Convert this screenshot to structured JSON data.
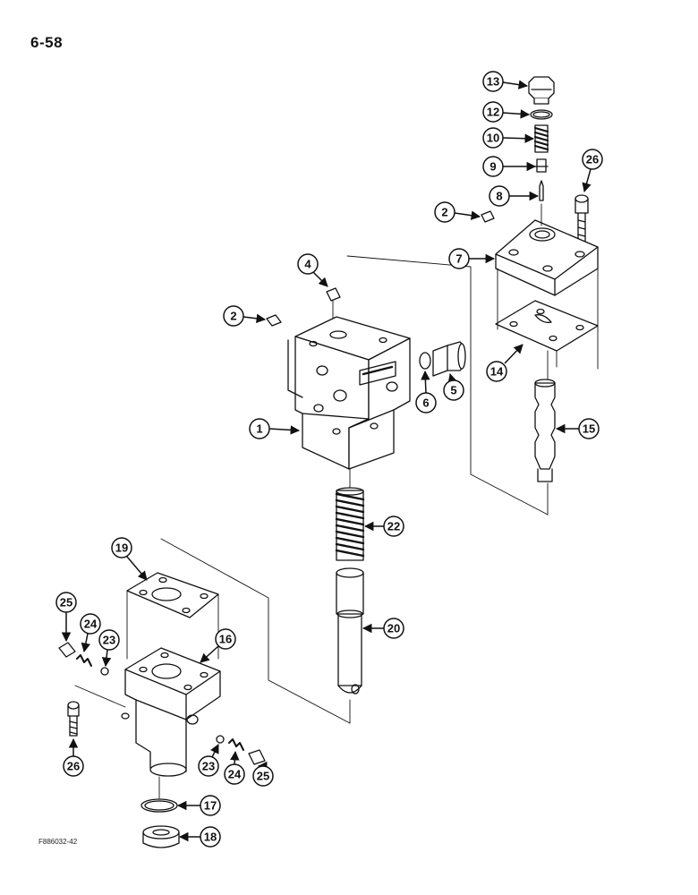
{
  "page": {
    "number": "6-58",
    "figure_code": "F886032-42"
  },
  "callouts": [
    {
      "id": "c13",
      "label": "13"
    },
    {
      "id": "c12",
      "label": "12"
    },
    {
      "id": "c10",
      "label": "10"
    },
    {
      "id": "c9",
      "label": "9"
    },
    {
      "id": "c8",
      "label": "8"
    },
    {
      "id": "c2a",
      "label": "2"
    },
    {
      "id": "c26a",
      "label": "26"
    },
    {
      "id": "c7",
      "label": "7"
    },
    {
      "id": "c4",
      "label": "4"
    },
    {
      "id": "c2b",
      "label": "2"
    },
    {
      "id": "c6",
      "label": "6"
    },
    {
      "id": "c5",
      "label": "5"
    },
    {
      "id": "c14",
      "label": "14"
    },
    {
      "id": "c1",
      "label": "1"
    },
    {
      "id": "c15",
      "label": "15"
    },
    {
      "id": "c22",
      "label": "22"
    },
    {
      "id": "c19",
      "label": "19"
    },
    {
      "id": "c20",
      "label": "20"
    },
    {
      "id": "c25a",
      "label": "25"
    },
    {
      "id": "c24a",
      "label": "24"
    },
    {
      "id": "c23a",
      "label": "23"
    },
    {
      "id": "c16",
      "label": "16"
    },
    {
      "id": "c26b",
      "label": "26"
    },
    {
      "id": "c23b",
      "label": "23"
    },
    {
      "id": "c24b",
      "label": "24"
    },
    {
      "id": "c25b",
      "label": "25"
    },
    {
      "id": "c17",
      "label": "17"
    },
    {
      "id": "c18",
      "label": "18"
    }
  ]
}
